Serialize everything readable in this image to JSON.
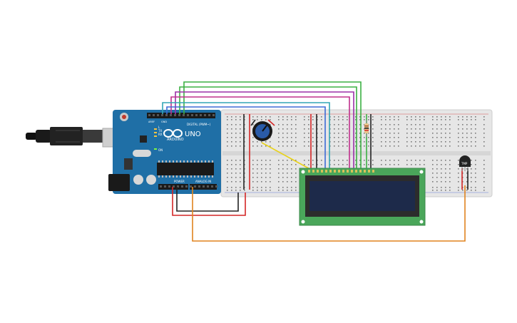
{
  "arduino": {
    "brand": "ARDUINO",
    "model": "UNO",
    "digital_label": "DIGITAL (PWM~)",
    "power_label": "POWER",
    "analog_label": "ANALOG IN",
    "tx_label": "TX",
    "rx_label": "RX",
    "on_label": "ON",
    "l_label": "L",
    "aref_label": "AREF",
    "gnd_label": "GND"
  },
  "sensor": {
    "label": "TMP"
  },
  "colors": {
    "board": "#1f6fa6",
    "breadboard": "#e6e6e6",
    "lcd_pcb": "#4aa65a",
    "lcd_screen": "#1d2a4a",
    "wire_green": "#3cb043",
    "wire_purple": "#9b30a8",
    "wire_magenta": "#c0308c",
    "wire_cyan": "#32a6b5",
    "wire_red": "#d42626",
    "wire_black": "#222222",
    "wire_orange": "#e0841f",
    "wire_yellow": "#e8d21a"
  }
}
